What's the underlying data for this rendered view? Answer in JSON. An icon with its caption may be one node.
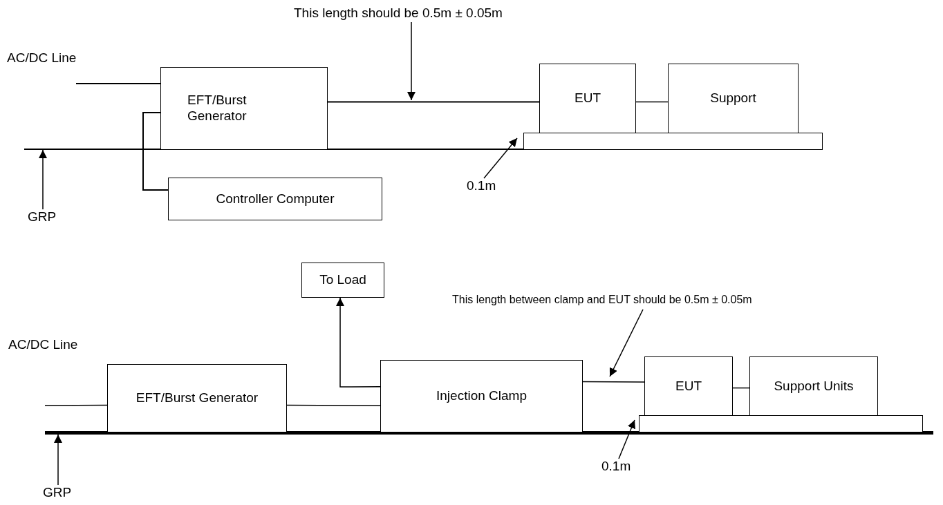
{
  "diagram": {
    "nodes": [
      {
        "text": [
          "GRP"
        ]
      },
      {
        "text": [],
        "shape": "bar"
      },
      {
        "text": [
          "EFT/Burst Generator"
        ]
      },
      {
        "text": [
          "Controller Computer"
        ]
      },
      {
        "text": [
          "EUT"
        ]
      },
      {
        "text": [
          "Support"
        ]
      },
      {
        "text": [],
        "shape": "box"
      },
      {
        "text": [
          "This length should be 0.5m ± 0.05m"
        ]
      },
      {
        "text": [
          "0.1m"
        ]
      },
      {
        "text": [
          "GRP"
        ]
      },
      {
        "text": [],
        "shape": "bar"
      },
      {
        "text": [
          "EFT/Burst Generator"
        ]
      },
      {
        "text": [
          "To Load"
        ]
      },
      {
        "text": [
          "Injection Clamp"
        ]
      },
      {
        "text": [
          "EUT"
        ]
      },
      {
        "text": [
          "Support Units"
        ]
      },
      {
        "text": [],
        "shape": "box"
      },
      {
        "text": [
          "This length between clamp and EUT should be 0.5m ± 0.05m"
        ]
      },
      {
        "text": [
          "0.1m"
        ]
      }
    ],
    "edges": [
      {
        "from": null,
        "to": 2,
        "arrow": "none"
      },
      {
        "from": 2,
        "to": 3,
        "arrow": "none"
      },
      {
        "from": 2,
        "to": 4,
        "arrow": "none"
      },
      {
        "from": 4,
        "to": 5,
        "arrow": "none"
      },
      {
        "from": 0,
        "to": 1,
        "arrow": "to"
      },
      {
        "from": 7,
        "to": null,
        "arrow": "to"
      },
      {
        "from": 8,
        "to": 6,
        "arrow": "to"
      },
      {
        "from": null,
        "to": 11,
        "arrow": "none"
      },
      {
        "from": 11,
        "to": 13,
        "arrow": "none"
      },
      {
        "from": 13,
        "to": 12,
        "arrow": "to"
      },
      {
        "from": 13,
        "to": 14,
        "arrow": "none"
      },
      {
        "from": 14,
        "to": 15,
        "arrow": "none"
      },
      {
        "from": 9,
        "to": 10,
        "arrow": "to"
      },
      {
        "from": 17,
        "to": null,
        "arrow": "to"
      },
      {
        "from": 18,
        "to": 16,
        "arrow": "to"
      }
    ],
    "labels": [
      "AC/DC Line",
      "AC/DC Line"
    ]
  }
}
